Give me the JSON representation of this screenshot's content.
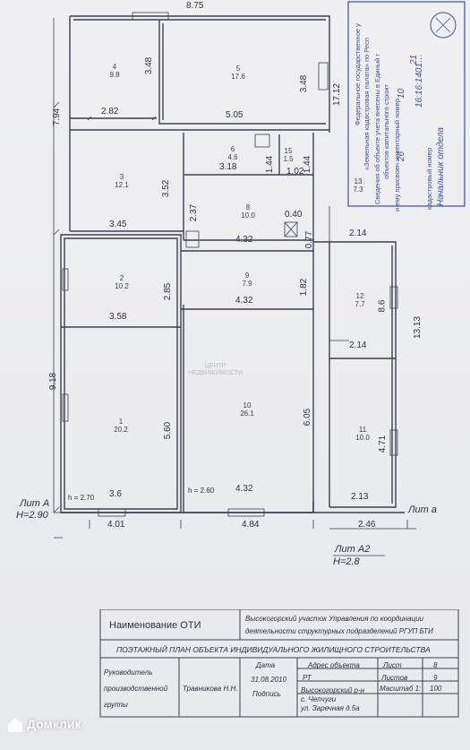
{
  "plan": {
    "top_width": "8.75",
    "dims": {
      "d_7_94": "7.94",
      "d_2_82": "2.82",
      "d_3_48a": "3.48",
      "d_5_05": "5.05",
      "d_3_48b": "3.48",
      "d_17_12": "17.12",
      "d_3_52": "3.52",
      "d_3_18": "3.18",
      "d_1_44a": "1.44",
      "d_1_44b": "1.44",
      "d_1_02": "1.02",
      "d_2_37": "2.37",
      "d_0_40": "0.40",
      "d_0_77": "0.77",
      "d_3_45": "3.45",
      "d_4_32a": "4.32",
      "d_2_14a": "2.14",
      "d_2_85": "2.85",
      "d_1_82": "1.82",
      "d_4_32b": "4.32",
      "d_8_6": "8.6",
      "d_13_13": "13.13",
      "d_3_58": "3.58",
      "d_2_14b": "2.14",
      "d_9_18": "9.18",
      "d_5_60": "5.60",
      "d_6_05": "6.05",
      "d_4_71": "4.71",
      "d_3_6": "3.6",
      "d_4_32c": "4.32",
      "d_2_13": "2.13",
      "d_4_01": "4.01",
      "d_4_84": "4.84",
      "d_2_46": "2.46",
      "h_2_70": "h = 2.70",
      "h_2_60": "h = 2.60"
    },
    "rooms": [
      {
        "num": "4",
        "area": "9.8"
      },
      {
        "num": "5",
        "area": "17.6"
      },
      {
        "num": "6",
        "area": "4.6"
      },
      {
        "num": "15",
        "area": "1.5"
      },
      {
        "num": "3",
        "area": "12.1"
      },
      {
        "num": "8",
        "area": "10.0"
      },
      {
        "num": "13",
        "area": "7.3"
      },
      {
        "num": "2",
        "area": "10.2"
      },
      {
        "num": "9",
        "area": "7.9"
      },
      {
        "num": "12",
        "area": "7.7"
      },
      {
        "num": "1",
        "area": "20.2"
      },
      {
        "num": "10",
        "area": "26.1"
      },
      {
        "num": "11",
        "area": "10.0"
      }
    ],
    "lit_a_label": "Лит А",
    "lit_a_height": "H=2.90",
    "lit_small_a": "Лит а",
    "lit_a2_label": "Лит А2",
    "lit_a2_height": "H=2.8"
  },
  "stamp": {
    "line1": "Федеральное государственное у",
    "line2": "«Земельная кадастровая палата» по Респ",
    "line3": "Сведения об объекте учета внесены в Единый г",
    "line4": "объектов капитального строит",
    "line5": "и ему присвоен инвентарный номер",
    "line6": "кадастровый номер",
    "hw1": "16:16:1401…",
    "hw2": "26",
    "hw3": "10",
    "hw4": "Начальник отдела",
    "hw5": "21"
  },
  "title_block": {
    "name_label": "Наименование ОТИ",
    "org_line1": "Высокогорский участок Управления по координации",
    "org_line2": "деятельности структурных подразделений РГУП БТИ",
    "plan_title": "ПОЭТАЖНЫЙ ПЛАН ОБЪЕКТА ИНДИВИДУАЛЬНОГО ЖИЛИЩНОГО СТРОИТЕЛЬСТВА",
    "head_l1": "Руководитель",
    "head_l2": "производственной",
    "head_l3": "группы",
    "person": "Травникова Н.Н.",
    "date_label": "Дата",
    "date_value": "31.08.2010",
    "sign_label": "Подпись",
    "addr_label": "Адрес объекта",
    "addr_rt": "РТ",
    "addr_l1": "Высокогорский р-н",
    "addr_l2": "с. Чепчуги",
    "addr_l3": "ул. Заречная д.5а",
    "sheet_label": "Лист",
    "sheet_value": "8",
    "sheets_label": "Листов",
    "sheets_value": "9",
    "scale_label": "Масштаб 1:",
    "scale_value": "100"
  },
  "watermark": {
    "l1": "ЦЕНТР",
    "l2": "НЕДВИЖИМОСТИ"
  },
  "brand": {
    "name": "Домклик"
  },
  "colors": {
    "stamp_blue": "#3a4fa8",
    "ink": "#2b3040",
    "brand": "#ffffff"
  }
}
